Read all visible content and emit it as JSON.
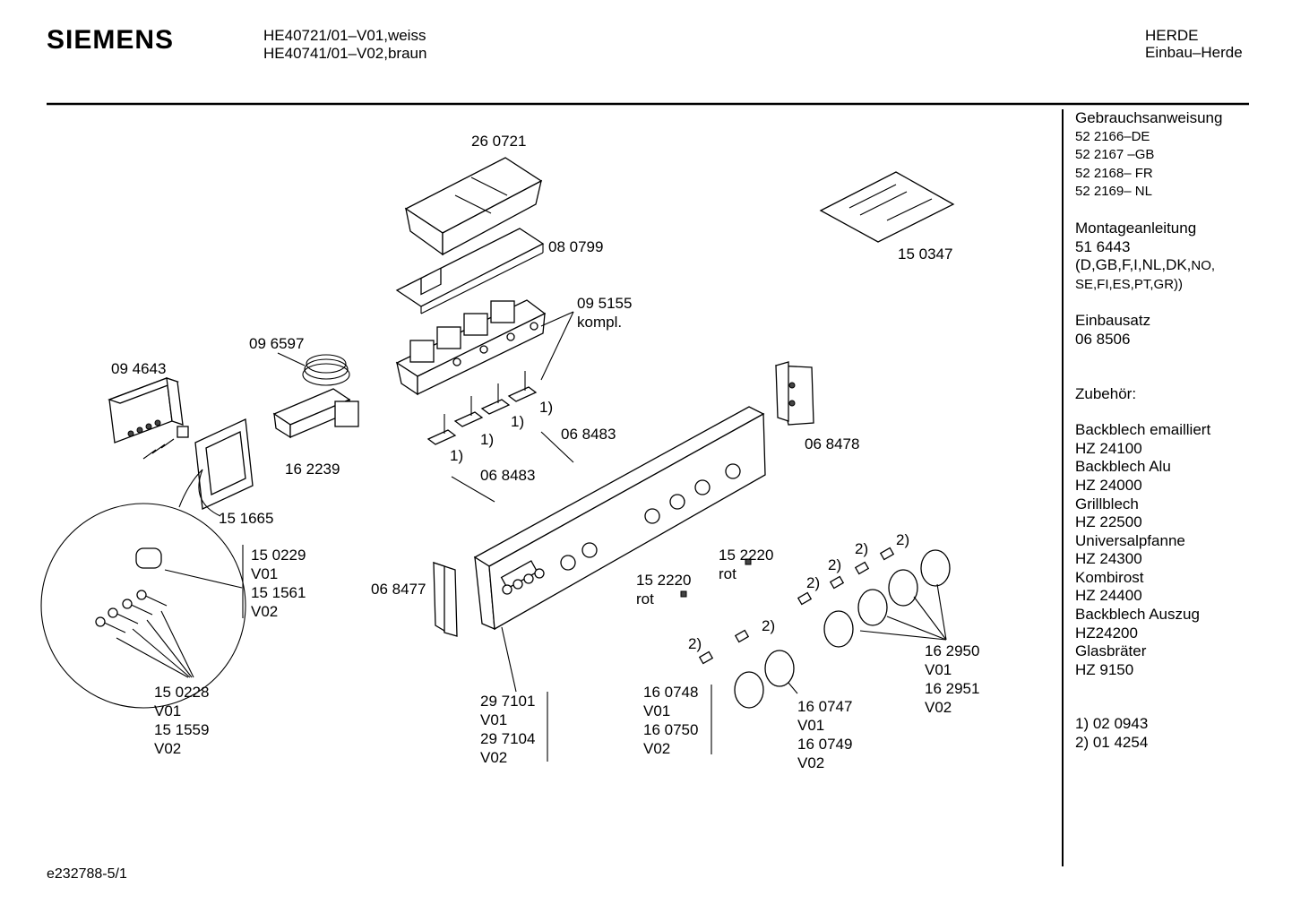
{
  "header": {
    "brand": "SIEMENS",
    "models": [
      "HE40721/01–V01,weiss",
      "HE40741/01–V02,braun"
    ],
    "category": [
      "HERDE",
      "Einbau–Herde"
    ]
  },
  "parts": {
    "p260721": "26 0721",
    "p080799": "08 0799",
    "p095155": [
      "09 5155",
      "kompl."
    ],
    "p096597": "09 6597",
    "p094643": "09 4643",
    "p162239": "16 2239",
    "p151665": "15 1665",
    "p150347": "15 0347",
    "p068478": "06 8478",
    "p068483a": "06 8483",
    "p068483b": "06 8483",
    "fn1a": "1)",
    "fn1b": "1)",
    "fn1c": "1)",
    "fn1d": "1)",
    "p150229": [
      "15 0229",
      "V01",
      "15 1561",
      "V02"
    ],
    "p150228": [
      "15 0228",
      "V01",
      "15 1559",
      "V02"
    ],
    "p068477": "06 8477",
    "p152220a": [
      "15 2220",
      "rot"
    ],
    "p152220b": [
      "15 2220",
      "rot"
    ],
    "p297101": [
      "29 7101",
      "V01",
      "29 7104",
      "V02"
    ],
    "p160748": [
      "16 0748",
      "V01",
      "16 0750",
      "V02"
    ],
    "p160747": [
      "16 0747",
      "V01",
      "16 0749",
      "V02"
    ],
    "p162950": [
      "16 2950",
      "V01",
      "16 2951",
      "V02"
    ],
    "fn2a": "2)",
    "fn2b": "2)",
    "fn2c": "2)",
    "fn2d": "2)",
    "fn2e": "2)"
  },
  "sidebar": {
    "gebrauch": [
      "Gebrauchsanweisung",
      "52 2166–DE",
      "52 2167 –GB",
      "52 2168– FR",
      "52 2169– NL"
    ],
    "montage": [
      "Montageanleitung",
      "51 6443",
      "(D,GB,F,I,NL,DK,",
      "NO,",
      "SE,FI,ES,PT,GR))"
    ],
    "einbau": [
      "Einbausatz",
      "06 8506"
    ],
    "zubehoer_title": "Zubehör:",
    "zubehoer": [
      "Backblech emailliert",
      "HZ 24100",
      "Backblech Alu",
      "HZ 24000",
      "Grillblech",
      "HZ 22500",
      "Universalpfanne",
      "HZ 24300",
      "Kombirost",
      "HZ 24400",
      "Backblech Auszug",
      "HZ24200",
      "Glasbräter",
      "HZ 9150"
    ],
    "footnotes": [
      "1)  02 0943",
      "2)  01 4254"
    ]
  },
  "footer": {
    "code": "e232788-5/1"
  }
}
